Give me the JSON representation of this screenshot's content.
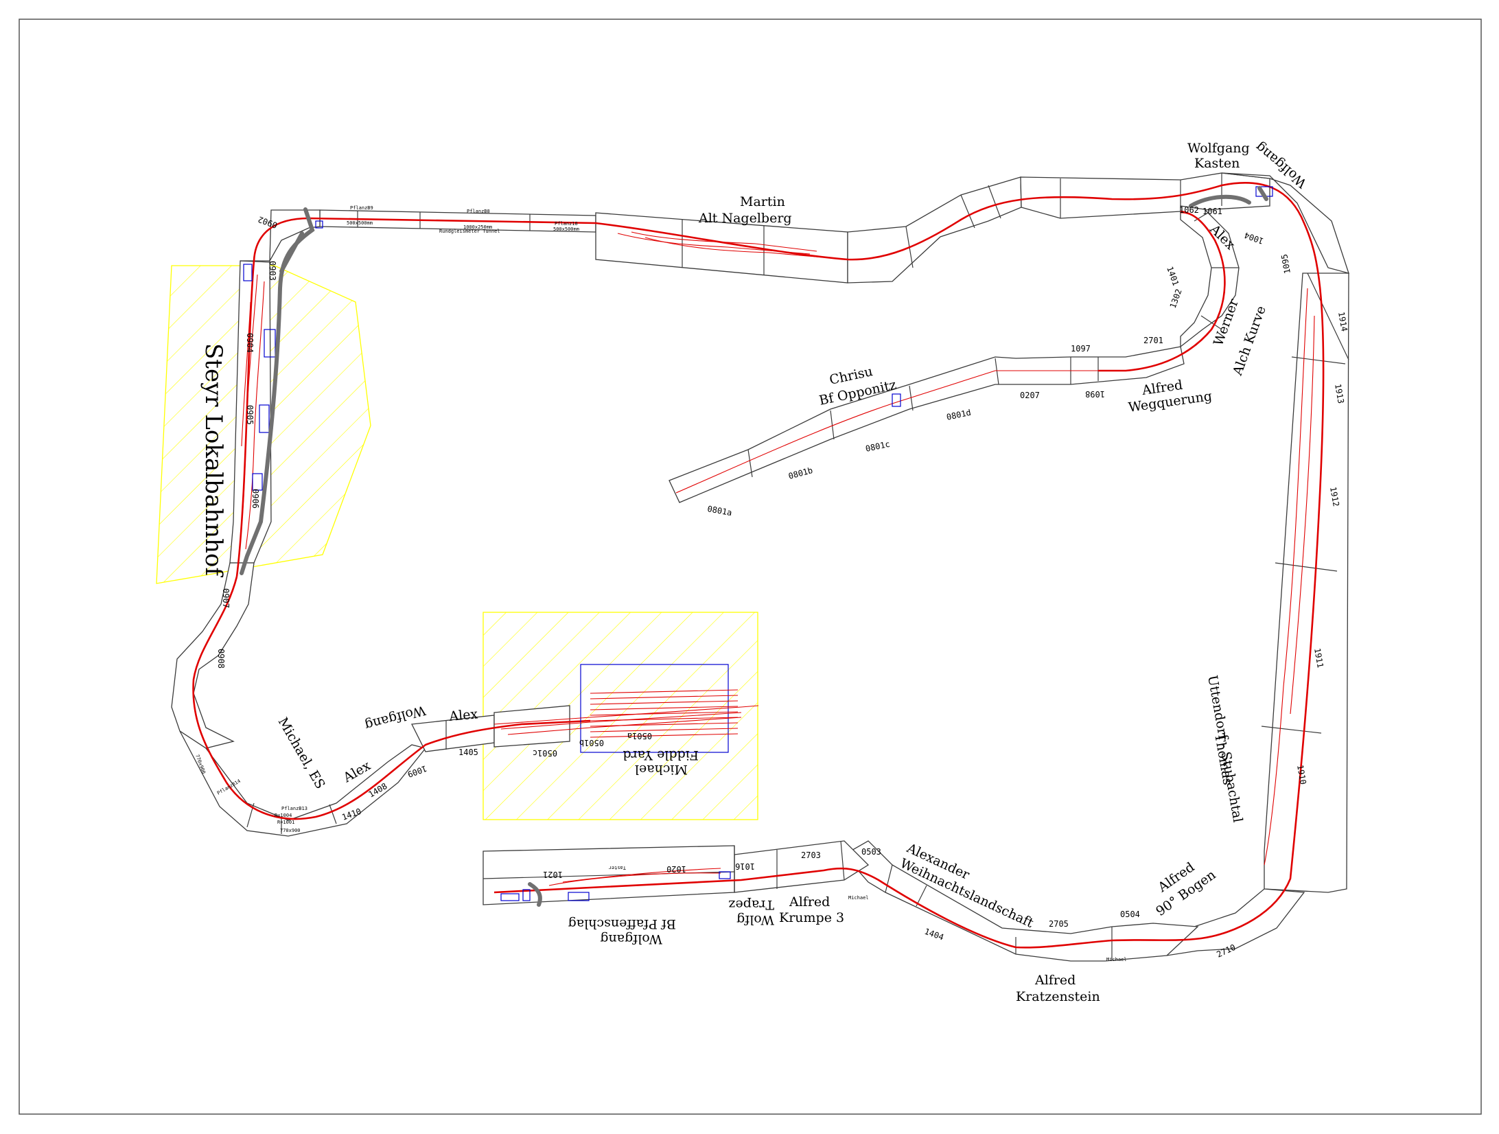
{
  "labels": {
    "martin": "Martin",
    "alt_nagelberg": "Alt Nagelberg",
    "wolfgang_kasten_1": "Wolfgang",
    "wolfgang_kasten_2": "Kasten",
    "wolfgang_right": "Wolfgang",
    "alex_top": "Alex",
    "werner": "Werner",
    "alch_kurve": "Alch Kurve",
    "alfred_weg": "Alfred",
    "wegquerung": "Wegquerung",
    "chrisu": "Chrisu",
    "bf_opponitz": "Bf Opponitz",
    "steyr": "Steyr Lokalbahnhof",
    "michael_es": "Michael, ES",
    "alex_left": "Alex",
    "wolfgang_mid": "Wolfgang",
    "alex_mid": "Alex",
    "michael_fy": "Michael",
    "fiddle_yard": "Fiddle Yard",
    "wolfgang_pf": "Wolfgang",
    "bf_pfaffenschlag": "Bf Pfaffenschlag",
    "trapez": "Trapez",
    "wolfg": "Wolfg",
    "alfred_krumpe": "Alfred",
    "krumpe_3": "Krumpe 3",
    "alexander": "Alexander",
    "weihnachtslandschaft": "Weihnachtslandschaft",
    "alfred_kratz": "Alfred",
    "kratzenstein": "Kratzenstein",
    "alfred_bogen": "Alfred",
    "bogen_90": "90° Bogen",
    "thomas": "Thomas",
    "uttendorf": "Uttendorf - Stubachtal"
  },
  "modules": {
    "m1914": "1914",
    "m1913": "1913",
    "m1912": "1912",
    "m1911": "1911",
    "m1910": "1910",
    "m1062": "1062",
    "m1061": "1061",
    "m1004": "1004",
    "m1095": "1095",
    "m1401": "1401",
    "m1302": "1302",
    "m2701": "2701",
    "m1097": "1097",
    "m1098": "1098",
    "m0207": "0207",
    "m0801a": "0801a",
    "m0801b": "0801b",
    "m0801c": "0801c",
    "m0801d": "0801d",
    "m2710": "2710",
    "m0504": "0504",
    "m2705": "2705",
    "m1404": "1404",
    "m0503": "0503",
    "m2703": "2703",
    "m1016": "1016",
    "m1020": "1020",
    "m1021": "1021",
    "m0501a": "0501a",
    "m0501b": "0501b",
    "m0501c": "0501c",
    "m1405": "1405",
    "m1009": "1009",
    "m1408": "1408",
    "m1410": "1410",
    "m0902": "0902",
    "m0903": "0903",
    "m0904": "0904",
    "m0905": "0905",
    "m0906": "0906",
    "m0907": "0907",
    "m0908": "0908",
    "michael_a": "Michael",
    "michael_b": "Michael",
    "taster": "Taster"
  },
  "small_text": {
    "pflanz_a": "PflanzB9",
    "pflanz_b": "PflanzB8",
    "pflanz_c": "Pflanz18",
    "dim_a": "500x500mm",
    "dim_b": "1000x250mm",
    "dim_c": "500x500mm",
    "tunnel": "Rundgleismeter Tunnel",
    "curve_a": "PflanzB14",
    "curve_b": "PflanzB13",
    "curve_c": "R=1004",
    "curve_d": "R=1001",
    "curve_e": "770x900",
    "curve_f": "770x900"
  },
  "colors": {
    "track": "#e00000",
    "module_outline": "#3a3a3a",
    "building": "#0000d0",
    "station_area": "#ffff00",
    "road": "#707070",
    "frame": "#555555"
  }
}
